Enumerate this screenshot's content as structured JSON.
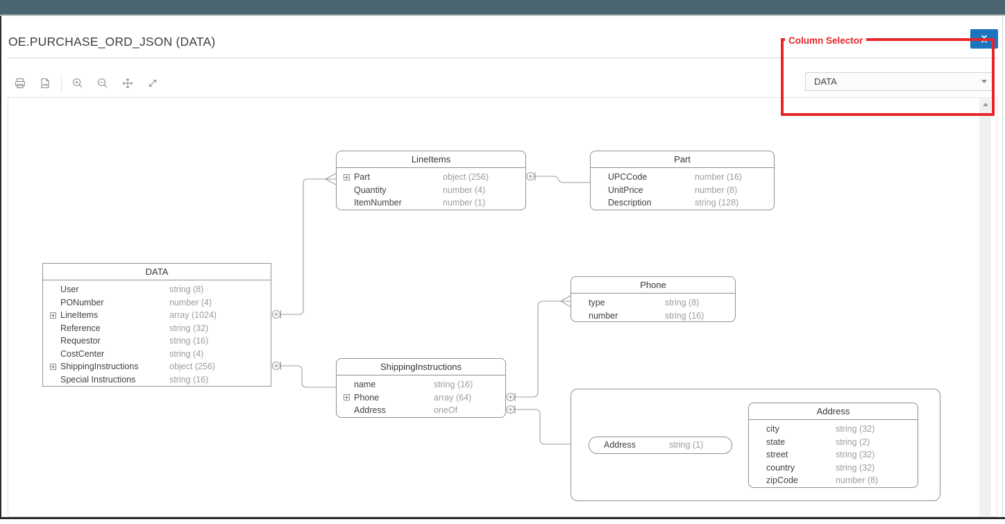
{
  "topbar": {
    "color": "#4c6671"
  },
  "page": {
    "title": "OE.PURCHASE_ORD_JSON (DATA)"
  },
  "toolbar": {
    "icons": [
      "print",
      "export-image",
      "zoom-in",
      "zoom-out",
      "pan",
      "fit-to-window"
    ]
  },
  "column_selector": {
    "label": "Column Selector",
    "dropdown_value": "DATA",
    "annotation_color": "#e52528",
    "collapse_button_color": "#1b74bd"
  },
  "diagram": {
    "tables": [
      {
        "title": "LineItems",
        "fields": [
          {
            "name": "Part",
            "type": "object (256)",
            "expandable": true
          },
          {
            "name": "Quantity",
            "type": "number (4)"
          },
          {
            "name": "ItemNumber",
            "type": "number (1)"
          }
        ]
      },
      {
        "title": "Part",
        "fields": [
          {
            "name": "UPCCode",
            "type": "number (16)"
          },
          {
            "name": "UnitPrice",
            "type": "number (8)"
          },
          {
            "name": "Description",
            "type": "string (128)"
          }
        ]
      },
      {
        "title": "DATA",
        "fields": [
          {
            "name": "User",
            "type": "string (8)"
          },
          {
            "name": "PONumber",
            "type": "number (4)"
          },
          {
            "name": "LineItems",
            "type": "array (1024)",
            "expandable": true
          },
          {
            "name": "Reference",
            "type": "string (32)"
          },
          {
            "name": "Requestor",
            "type": "string (16)"
          },
          {
            "name": "CostCenter",
            "type": "string (4)"
          },
          {
            "name": "ShippingInstructions",
            "type": "object (256)",
            "expandable": true
          },
          {
            "name": "Special Instructions",
            "type": "string (16)"
          }
        ]
      },
      {
        "title": "Phone",
        "fields": [
          {
            "name": "type",
            "type": "string (8)"
          },
          {
            "name": "number",
            "type": "string (16)"
          }
        ]
      },
      {
        "title": "ShippingInstructions",
        "fields": [
          {
            "name": "name",
            "type": "string (16)"
          },
          {
            "name": "Phone",
            "type": "array (64)",
            "expandable": true
          },
          {
            "name": "Address",
            "type": "oneOf"
          }
        ]
      },
      {
        "title": "Address",
        "fields": [
          {
            "name": "city",
            "type": "string (32)"
          },
          {
            "name": "state",
            "type": "string (2)"
          },
          {
            "name": "street",
            "type": "string (32)"
          },
          {
            "name": "country",
            "type": "string (32)"
          },
          {
            "name": "zipCode",
            "type": "number (8)"
          }
        ]
      }
    ],
    "one_of_choice": {
      "name": "Address",
      "type": "string (1)"
    },
    "relations": [
      {
        "from": "DATA.LineItems",
        "to": "LineItems",
        "cardinality": "one-to-many"
      },
      {
        "from": "LineItems.Part",
        "to": "Part",
        "cardinality": "one-to-one"
      },
      {
        "from": "DATA.ShippingInstructions",
        "to": "ShippingInstructions",
        "cardinality": "one-to-one"
      },
      {
        "from": "ShippingInstructions.Phone",
        "to": "Phone",
        "cardinality": "one-to-many"
      },
      {
        "from": "ShippingInstructions.Address",
        "to": "oneOf-group",
        "cardinality": "one-of"
      }
    ]
  }
}
